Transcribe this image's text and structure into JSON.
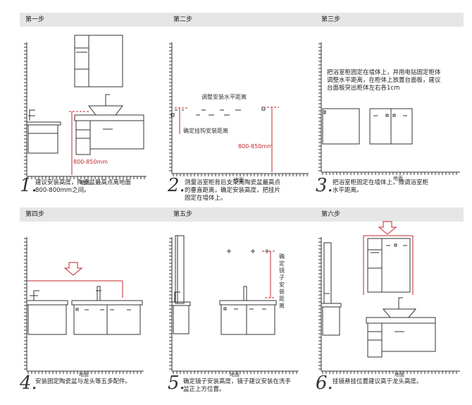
{
  "ground_label": "地面",
  "colors": {
    "red": "#c0272d",
    "line": "#333333",
    "header_bg": "#e6e6e6"
  },
  "steps": [
    {
      "title": "第一步",
      "number": "1.",
      "desc": [
        "建议安装高度，陶瓷盆最高点离地面",
        "800-800mm之间。"
      ],
      "dim_label": "800-850mm"
    },
    {
      "title": "第二步",
      "number": "2.",
      "desc": [
        "测量浴室柜背后支架离陶瓷盆最高点",
        "的垂直距离，确定安装高度，把挂片",
        "固定在墙体上。"
      ],
      "h_label": "调整安装水平距离",
      "hook_label": "确定挂钩安装距离",
      "dim_label": "800-850mm"
    },
    {
      "title": "第三步",
      "number": "3.",
      "desc": [
        "把浴室柜固定在墙体上，微调浴室柜",
        "水平距离。"
      ],
      "note": [
        "把浴室柜固定在墙体上，并用电钻固定柜体",
        "调整水平距离，在柜体上放置台面板，建议",
        "台面板突出柜体左右各1cm"
      ]
    },
    {
      "title": "第四步",
      "number": "4.",
      "desc": [
        "安装固定陶瓷盆与龙头等五多配件。"
      ]
    },
    {
      "title": "第五步",
      "number": "5.",
      "desc": [
        "确定镜子安装高度，镜子建议安装在洗手",
        "盆正上方位置。"
      ],
      "vert_label": "确定镜子安装距离"
    },
    {
      "title": "第六步",
      "number": "6.",
      "desc": [
        "挂镜悬挂位置建议高于龙头高度。"
      ]
    }
  ]
}
